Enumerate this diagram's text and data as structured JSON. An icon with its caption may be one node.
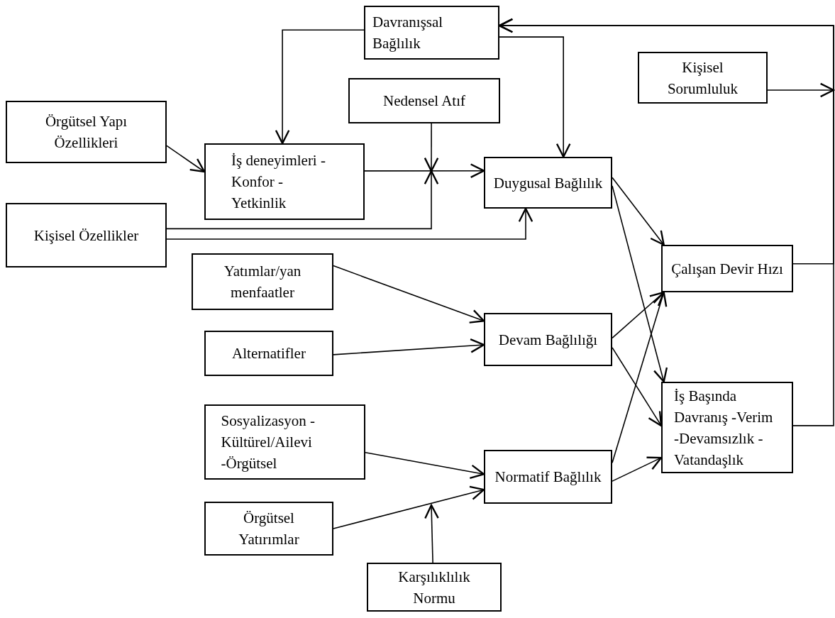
{
  "diagram": {
    "nodes": [
      {
        "text": [
          "Davranışsal Bağlılık"
        ]
      },
      {
        "text": [
          "Kişisel Sorumluluk"
        ]
      },
      {
        "text": [
          "Nedensel Atıf"
        ]
      },
      {
        "text": [
          "Örgütsel Yapı Özellikleri"
        ]
      },
      {
        "text": [
          "İş deneyimleri -Konfor -Yetkinlik"
        ]
      },
      {
        "text": [
          "Duygusal Bağlılık"
        ]
      },
      {
        "text": [
          "Kişisel Özellikler"
        ]
      },
      {
        "text": [
          "Çalışan Devir Hızı"
        ]
      },
      {
        "text": [
          "Yatımlar/yan menfaatler"
        ]
      },
      {
        "text": [
          "Devam Bağlılığı"
        ]
      },
      {
        "text": [
          "Alternatifler"
        ]
      },
      {
        "text": [
          "İş Başında Davranış -Verim -Devamsızlık -Vatandaşlık"
        ]
      },
      {
        "text": [
          "Sosyalizasyon -Kültürel/Ailevi -Örgütsel"
        ]
      },
      {
        "text": [
          "Normatif Bağlılık"
        ]
      },
      {
        "text": [
          "Örgütsel Yatırımlar"
        ]
      },
      {
        "text": [
          "Karşılıklılık Normu"
        ]
      }
    ],
    "edges": [
      {
        "from": 0,
        "to": 4,
        "arrow": "to"
      },
      {
        "from": 0,
        "to": 5,
        "arrow": "to"
      },
      {
        "from": 3,
        "to": 4,
        "arrow": "to"
      },
      {
        "from": 4,
        "to": 5,
        "arrow": "to"
      },
      {
        "from": 2,
        "to": null,
        "arrow": "to"
      },
      {
        "from": 6,
        "to": null,
        "arrow": "to"
      },
      {
        "from": 6,
        "to": 5,
        "arrow": "to"
      },
      {
        "from": 5,
        "to": 7,
        "arrow": "to"
      },
      {
        "from": 5,
        "to": 11,
        "arrow": "to"
      },
      {
        "from": 8,
        "to": 9,
        "arrow": "to"
      },
      {
        "from": 10,
        "to": 9,
        "arrow": "to"
      },
      {
        "from": 9,
        "to": 7,
        "arrow": "to"
      },
      {
        "from": 9,
        "to": 11,
        "arrow": "to"
      },
      {
        "from": 12,
        "to": 13,
        "arrow": "to"
      },
      {
        "from": 14,
        "to": 13,
        "arrow": "to"
      },
      {
        "from": 15,
        "to": null,
        "arrow": "to"
      },
      {
        "from": 13,
        "to": 7,
        "arrow": "to"
      },
      {
        "from": 13,
        "to": 11,
        "arrow": "to"
      },
      {
        "from": 7,
        "to": 0,
        "arrow": "to"
      },
      {
        "from": 11,
        "to": 0,
        "arrow": "to"
      },
      {
        "from": 1,
        "to": null,
        "arrow": "to"
      }
    ]
  }
}
